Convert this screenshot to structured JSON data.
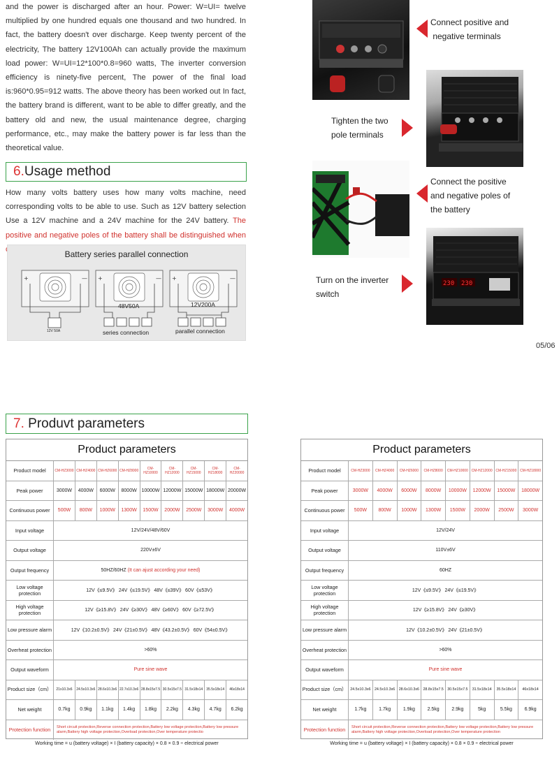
{
  "intro": {
    "text": "and the power is discharged after an hour. Power: W=UI= twelve multiplied by one hundred equals one thousand and two hundred. In fact, the battery doesn't over discharge. Keep twenty percent of the electricity, The battery 12V100Ah can actually provide the maximum load power: W=UI=12*100*0.8=960 watts, The inverter conversion efficiency is ninety-five percent, The power of the final load is:960*0.95=912 watts. The above theory has been worked out In fact, the battery brand is different, want to be able to differ greatly, and the battery old and new, the usual maintenance degree, charging performance, etc., may make the battery power is far less than the theoretical value."
  },
  "usage": {
    "num": "6.",
    "title": "Usage method",
    "text": "How many volts battery uses how many volts machine, need corresponding volts to be able to use. Such as 12V battery selection Use a 12V machine and a 24V machine for the 24V battery. ",
    "red_text": "The positive and negative poles of the battery shall be distinguished when connecting."
  },
  "diagram": {
    "title": "Battery series parallel connection",
    "series_label": "series connection",
    "parallel_label": "parallel connection",
    "series_spec": "48V50A",
    "parallel_spec": "12V200A",
    "single_battery": "12V 50A"
  },
  "steps": [
    {
      "caption_1": "Connect positive and",
      "caption_2": " negative terminals"
    },
    {
      "caption_1": "Tighten the two",
      "caption_2": "pole terminals"
    },
    {
      "caption_1": "Connect the positive",
      "caption_2": "and negative poles of",
      "caption_3": "the battery"
    },
    {
      "caption_1": "Turn on the inverter",
      "caption_2": "switch"
    }
  ],
  "page_number": "05/06",
  "params": {
    "num": "7.",
    "title": "Produvt parameters"
  },
  "table_left": {
    "title": "Product parameters",
    "labels": {
      "model": "Product model",
      "peak": "Peak power",
      "cont": "Continuous power",
      "input": "Input voltage",
      "output": "Output voltage",
      "freq": "Output frequency",
      "lowv": "Low voltage protection",
      "highv": "High voltage protection",
      "lowp": "Low pressure alarm",
      "overheat": "Overheat protection",
      "wave": "Output waveform",
      "size": "Product size（cm）",
      "weight": "Net weight",
      "prot": "Protection function"
    },
    "models": [
      "CM-HZ3000",
      "CM-HZ4000",
      "CM-HZ6000",
      "CM-HZ8000",
      "CM-HZ10000",
      "CM-HZ12000",
      "CM-HZ15000",
      "CM-HZ18000",
      "CM-HZ20000"
    ],
    "peak": [
      "3000W",
      "4000W",
      "6000W",
      "8000W",
      "10000W",
      "12000W",
      "15000W",
      "18000W",
      "20000W"
    ],
    "cont": [
      "500W",
      "800W",
      "1000W",
      "1300W",
      "1500W",
      "2000W",
      "2500W",
      "3000W",
      "4000W"
    ],
    "input": "12V/24V/48V/60V",
    "output": "220V±6V",
    "freq": "50HZ/60HZ",
    "freq_note": "(It can ajust according your need)",
    "lowv": "12V《≤9.5V》 24V《≤19.5V》 48V《≤39V》 60V《≤53V》",
    "highv": "12V《≥15.8V》 24V《≥30V》 48V《≥60V》 60V《≥72.5V》",
    "lowp": "12V《10.2±0.5V》 24V《21±0.5V》 48V《43.2±0.5V》 60V《54±0.5V》",
    "overheat": ">60%",
    "wave": "Pure sine wave",
    "sizes": [
      "21x10.3x6",
      "24.5x10.3x6",
      "28.6x10.3x6",
      "22.7x10.3x6",
      "28.8x15x7.5",
      "30.5x15x7.5",
      "31.5x18x14",
      "35.5x18x14",
      "46x18x14"
    ],
    "weights": [
      "0.7kg",
      "0.9kg",
      "1.1kg",
      "1.4kg",
      "1.8kg",
      "2.2kg",
      "4.3kg",
      "4.7kg",
      "6.2kg"
    ],
    "prot": "Short circuit protection,Reverse connection protection,Battery low voltage protection,Battery low pressure alarm,Battery high voltage protection,Overload protection,Over temperature protectio",
    "footer": "Working time = u (battery voltage) × I (battery capacity) × 0.8 × 0.9 ÷ electrical power"
  },
  "table_right": {
    "title": "Product parameters",
    "labels": {
      "model": "Product model",
      "peak": "Peak power",
      "cont": "Continuous power",
      "input": "Input voltage",
      "output": "Output voltage",
      "freq": "Output frequency",
      "lowv": "Low voltage protection",
      "highv": "High voltage protection",
      "lowp": "Low pressure alarm",
      "overheat": "Overheat protection",
      "wave": "Output waveform",
      "size": "Product size（cm）",
      "weight": "Net weight",
      "prot": "Protection function"
    },
    "models": [
      "CM-HZ3000",
      "CM-HZ4000",
      "CM-HZ6000",
      "CM-HZ8000",
      "CM-HZ10000",
      "CM-HZ12000",
      "CM-HZ15000",
      "CM-HZ18000"
    ],
    "peak": [
      "3000W",
      "4000W",
      "6000W",
      "8000W",
      "10000W",
      "12000W",
      "15000W",
      "18000W"
    ],
    "cont": [
      "500W",
      "800W",
      "1000W",
      "1300W",
      "1500W",
      "2000W",
      "2500W",
      "3000W"
    ],
    "input": "12V/24V",
    "output": "110V±6V",
    "freq": "60HZ",
    "lowv": "12V《≤9.5V》 24V《≤19.5V》",
    "highv": "12V《≥15.8V》 24V《≥30V》",
    "lowp": "12V《10.2±0.5V》 24V《21±0.5V》",
    "overheat": ">60%",
    "wave": "Pure sine wave",
    "sizes": [
      "24.5x10.3x6",
      "24.5x10.3x6",
      "28.6x10.3x6",
      "28.8x15x7.5",
      "30.5x15x7.5",
      "31.5x18x14",
      "35.5x18x14",
      "46x18x14"
    ],
    "weights": [
      "1.7kg",
      "1.7kg",
      "1.9kg",
      "2.5kg",
      "2.9kg",
      "5kg",
      "5.5kg",
      "6.9kg"
    ],
    "prot": "Short circuit protection,Reverse connection protection,Battery low voltage protection,Battery low pressure alarm,Battery high voltage protection,Overload protection,Over temperature protection",
    "footer": "Working time = u (battery voltage) × I (battery capacity) × 0.8 × 0.9 ÷ electrical power"
  },
  "colors": {
    "accent_green": "#3aa24a",
    "accent_red": "#d9272e"
  }
}
